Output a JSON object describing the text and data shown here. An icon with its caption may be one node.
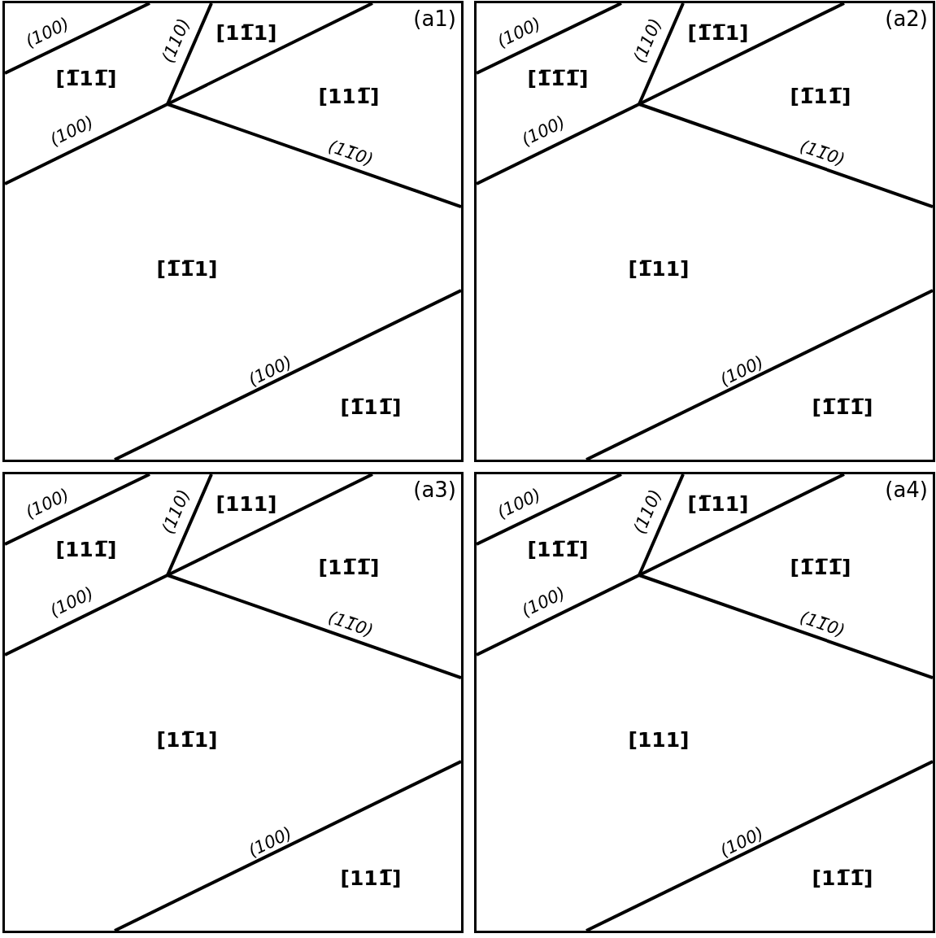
{
  "diagram": {
    "nodes": [
      {
        "text": [
          "(a1)"
        ]
      },
      {
        "text": [
          "(a2)"
        ]
      },
      {
        "text": [
          "(a3)"
        ]
      },
      {
        "text": [
          "(a4)"
        ]
      }
    ],
    "labels": [
      "(100)",
      "(110)",
      "[11̅1]",
      "[1̅11̅]",
      "[111̅]",
      "(100)",
      "(11̅0)",
      "[1̅1̅1]",
      "(100)",
      "[1̅11̅]",
      "(100)",
      "(110)",
      "[1̅1̅1]",
      "[1̅1̅1̅]",
      "[1̅11̅]",
      "(100)",
      "(11̅0)",
      "[1̅11]",
      "(100)",
      "[1̅1̅1̅]",
      "(100)",
      "(110)",
      "[111]",
      "[111̅]",
      "[11̅1̅]",
      "(100)",
      "(11̅0)",
      "[11̅1]",
      "(100)",
      "[111̅]",
      "(100)",
      "(110)",
      "[1̅11]",
      "[11̅1̅]",
      "[1̅1̅1̅]",
      "(100)",
      "(11̅0)",
      "[111]",
      "(100)",
      "[11̅1̅]"
    ]
  }
}
